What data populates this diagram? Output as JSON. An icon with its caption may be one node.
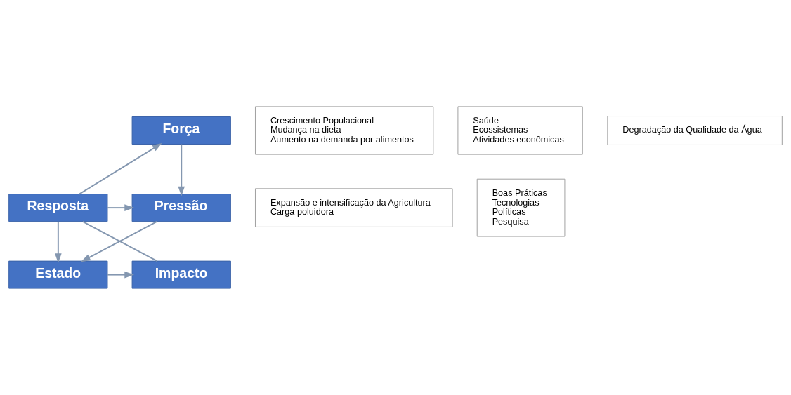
{
  "diagram": {
    "nodes": [
      {
        "text": [
          "Força"
        ]
      },
      {
        "text": [
          "Pressão"
        ]
      },
      {
        "text": [
          "Estado"
        ]
      },
      {
        "text": [
          "Impacto"
        ]
      },
      {
        "text": [
          "Resposta"
        ]
      },
      {
        "text": [
          "Crescimento Populacional",
          "Mudança na dieta",
          "Aumento na demanda por alimentos"
        ]
      },
      {
        "text": [
          "Expansão e intensificação da Agricultura",
          "Carga poluidora"
        ]
      },
      {
        "text": [
          "Boas Práticas",
          "Tecnologias",
          "Políticas",
          "Pesquisa"
        ]
      },
      {
        "text": [
          "Saúde",
          "Ecossistemas",
          "Atividades econômicas"
        ]
      },
      {
        "text": [
          "Degradação da Qualidade da Água"
        ]
      }
    ],
    "edges": [
      {
        "from": 4,
        "to": 0,
        "arrow": "to"
      },
      {
        "from": 0,
        "to": 1,
        "arrow": "to"
      },
      {
        "from": 4,
        "to": 1,
        "arrow": "to"
      },
      {
        "from": 4,
        "to": 2,
        "arrow": "to"
      },
      {
        "from": 1,
        "to": 2,
        "arrow": "to"
      },
      {
        "from": 2,
        "to": 3,
        "arrow": "to"
      },
      {
        "from": 4,
        "to": 3,
        "arrow": "none"
      }
    ]
  }
}
